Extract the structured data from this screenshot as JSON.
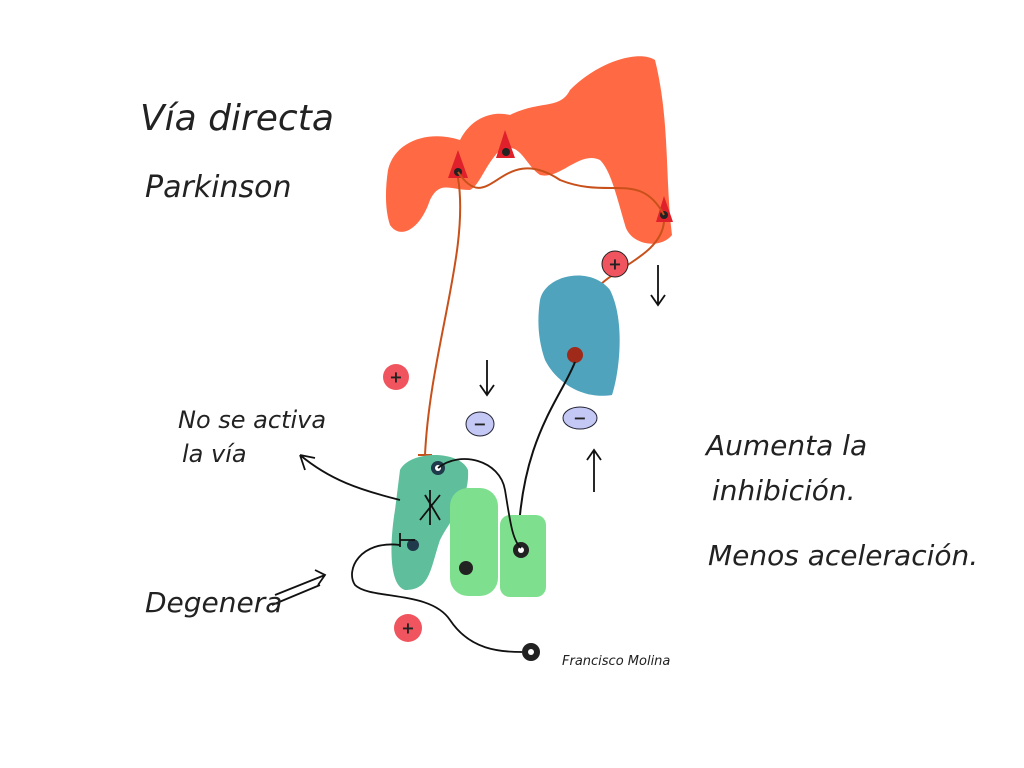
{
  "title": {
    "line1": "Vía directa",
    "line2": "Parkinson"
  },
  "labels": {
    "no_activa_1": "No se activa",
    "no_activa_2": "la vía",
    "degenera": "Degenera",
    "aumenta_1": "Aumenta la",
    "aumenta_2": "inhibición.",
    "menos": "Menos aceleración."
  },
  "signs": {
    "plus": "+",
    "minus": "−"
  },
  "signature": "Francisco Molina",
  "colors": {
    "cortex": "#ff6a45",
    "thalamus": "#4fa3bd",
    "striatum": "#5fbf9c",
    "green": "#7ee08e",
    "plus_badge": "#f0555f",
    "minus_badge": "#c4c8f4",
    "axon": "#c8501a"
  }
}
